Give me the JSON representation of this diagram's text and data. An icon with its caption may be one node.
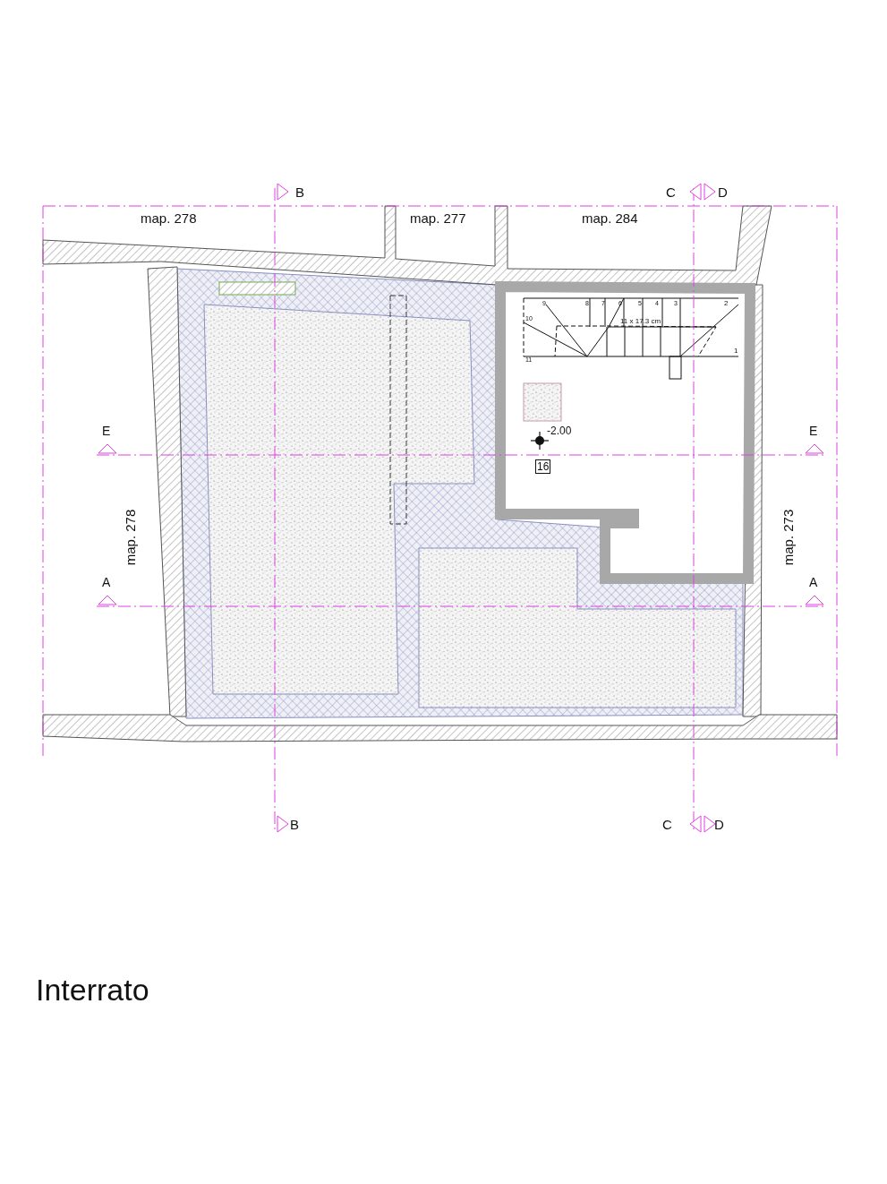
{
  "diagram": {
    "title": "Interrato",
    "labels": [
      "B",
      "C",
      "D",
      "map. 278",
      "map. 277",
      "map. 284",
      "9",
      "8",
      "7",
      "6",
      "5",
      "4",
      "3",
      "2",
      "10",
      "11 x 17.3 cm",
      "1",
      "11",
      "E",
      "-2.00",
      "E",
      "16",
      "map. 278",
      "map. 273",
      "A",
      "A",
      "B",
      "C",
      "D"
    ]
  }
}
